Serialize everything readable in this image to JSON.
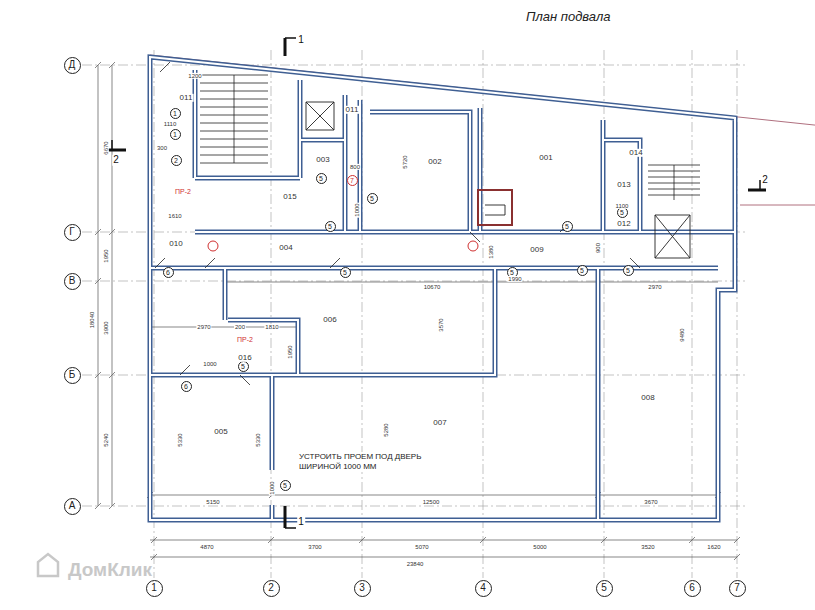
{
  "diagram": {
    "title": "План подвала",
    "nodes": [
      {
        "text": [
          "Д"
        ]
      },
      {
        "text": [
          "Г"
        ]
      },
      {
        "text": [
          "В"
        ]
      },
      {
        "text": [
          "Б"
        ]
      },
      {
        "text": [
          "А"
        ]
      },
      {
        "text": [
          "1"
        ]
      },
      {
        "text": [
          "2"
        ]
      },
      {
        "text": [
          "3"
        ]
      },
      {
        "text": [
          "4"
        ]
      },
      {
        "text": [
          "5"
        ]
      },
      {
        "text": [
          "6"
        ]
      },
      {
        "text": [
          "7"
        ]
      },
      {
        "text": [
          "1"
        ]
      },
      {
        "text": [
          "1"
        ]
      },
      {
        "text": [
          "2"
        ]
      },
      {
        "text": [
          "5"
        ]
      },
      {
        "text": [
          "7"
        ]
      },
      {
        "text": [
          "5"
        ]
      },
      {
        "text": [
          "5"
        ]
      },
      {
        "text": [
          "5"
        ]
      },
      {
        "text": [
          "5"
        ]
      },
      {
        "text": [
          "6"
        ]
      },
      {
        "text": [
          "5"
        ]
      },
      {
        "text": [
          "5"
        ]
      },
      {
        "text": [
          "5"
        ]
      },
      {
        "text": [
          "5"
        ]
      },
      {
        "text": [
          "6"
        ]
      },
      {
        "text": [
          "5"
        ]
      },
      {
        "text": [
          "5"
        ]
      }
    ],
    "labels": [
      "011",
      "011",
      "003",
      "002",
      "001",
      "014",
      "013",
      "012",
      "015",
      "010",
      "004",
      "009",
      "006",
      "016",
      "005",
      "007",
      "008",
      "1200",
      "1110",
      "300",
      "1610",
      "800",
      "1000",
      "5720",
      "1100",
      "900",
      "1380",
      "10670",
      "1990",
      "2970",
      "2970",
      "200",
      "1810",
      "1950",
      "3570",
      "9480",
      "1000",
      "5330",
      "5330",
      "5280",
      "1000",
      "5150",
      "12500",
      "3670",
      "6670",
      "1950",
      "18040",
      "3900",
      "5240",
      "4870",
      "3700",
      "5070",
      "5000",
      "3520",
      "1620",
      "23840",
      "ПР-2",
      "ПР-2",
      "УСТРОИТЬ ПРОЕМ ПОД ДВЕРЬ ШИРИНОЙ 1000 ММ",
      "1",
      "1",
      "2",
      "2",
      "ДомКлик"
    ]
  }
}
